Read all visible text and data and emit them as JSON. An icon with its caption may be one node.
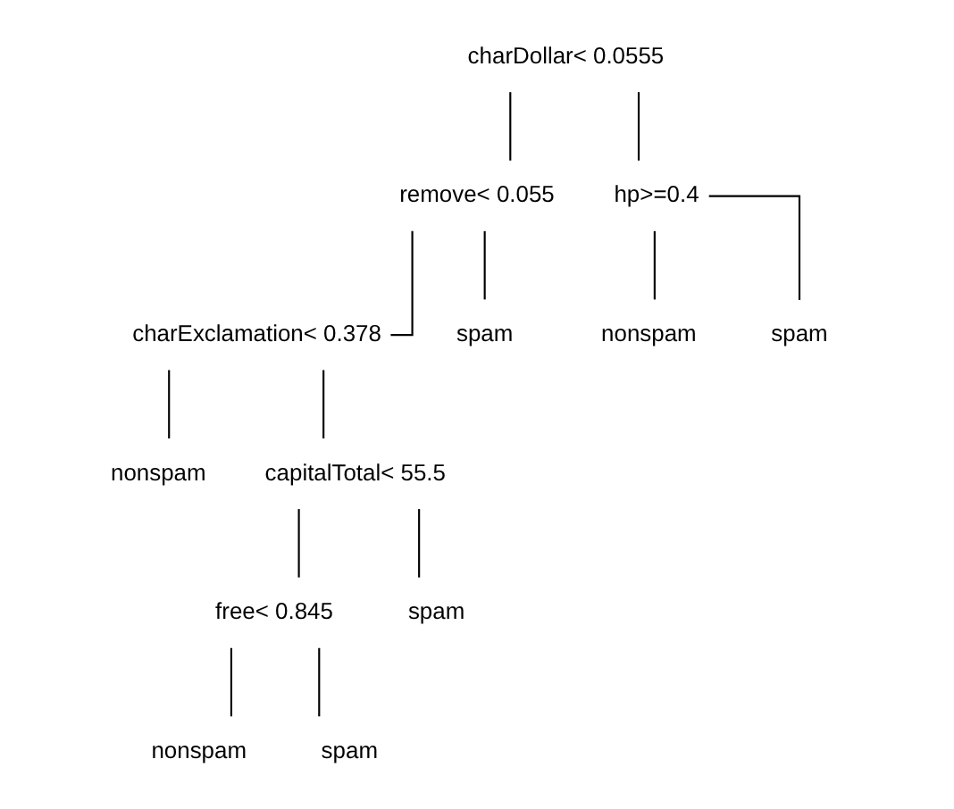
{
  "diagram": {
    "nodes": [
      {
        "text": [
          "charDollar< 0.0555"
        ]
      },
      {
        "text": [
          "remove< 0.055"
        ]
      },
      {
        "text": [
          "hp>=0.4"
        ]
      },
      {
        "text": [
          "nonspam"
        ]
      },
      {
        "text": [
          "spam"
        ]
      },
      {
        "text": [
          "charExclamation< 0.378"
        ]
      },
      {
        "text": [
          "spam"
        ]
      },
      {
        "text": [
          "nonspam"
        ]
      },
      {
        "text": [
          "capitalTotal< 55.5"
        ]
      },
      {
        "text": [
          "free< 0.845"
        ]
      },
      {
        "text": [
          "spam"
        ]
      },
      {
        "text": [
          "nonspam"
        ]
      },
      {
        "text": [
          "spam"
        ]
      }
    ],
    "edges": [
      {
        "from": 0,
        "to": 1,
        "arrow": "none"
      },
      {
        "from": 0,
        "to": 2,
        "arrow": "none"
      },
      {
        "from": 2,
        "to": 3,
        "arrow": "none"
      },
      {
        "from": 2,
        "to": 4,
        "arrow": "none"
      },
      {
        "from": 1,
        "to": 5,
        "arrow": "none"
      },
      {
        "from": 1,
        "to": 6,
        "arrow": "none"
      },
      {
        "from": 5,
        "to": 7,
        "arrow": "none"
      },
      {
        "from": 5,
        "to": 8,
        "arrow": "none"
      },
      {
        "from": 8,
        "to": 9,
        "arrow": "none"
      },
      {
        "from": 8,
        "to": 10,
        "arrow": "none"
      },
      {
        "from": 9,
        "to": 11,
        "arrow": "none"
      },
      {
        "from": 9,
        "to": 12,
        "arrow": "none"
      }
    ]
  }
}
